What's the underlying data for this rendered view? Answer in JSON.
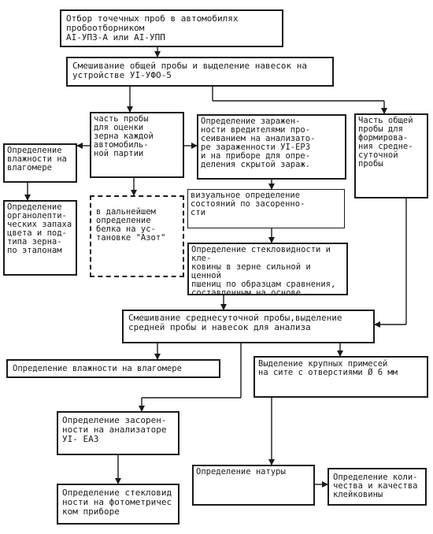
{
  "flowchart": {
    "nodes": [
      {
        "id": "n1",
        "text": "Отбор точечных проб в автомобилях пробоотборником\nАI-УПЗ-А или АI-УПП"
      },
      {
        "id": "n2",
        "text": "Смешивание общей пробы и выделение навесок на\nустройстве  УI-УФО-5"
      },
      {
        "id": "n3",
        "text": "часть пробы\nдля оценки\nзерна каждой\nавтомобиль-\nной партии"
      },
      {
        "id": "n4",
        "text": "Определение заражен-\nности вредителями про-\nсеиванием на анализато-\nре зараженности УI-ЕРЗ\nи на приборе для опре-\nделения скрытой зараж."
      },
      {
        "id": "n5",
        "text": "Часть общей\nпробы для\nформирова-\nния средне-\nсуточной\nпробы"
      },
      {
        "id": "n6",
        "text": "Определение\nвлажности на\nвлагомере"
      },
      {
        "id": "n7",
        "text": "визуальное определение\nсостояний по засоренно-\nсти"
      },
      {
        "id": "n8",
        "text": "Определение\nорганолепти-\nческих запаха\nцвета и под-\nтипа зерна-\nпо эталонам"
      },
      {
        "id": "n9",
        "text": "в дальнейшем\nопределение\nбелка на ус-\nтановке \"Азот\""
      },
      {
        "id": "n10",
        "text": "Определение стекловидности и кле-\nковины в зерне сильной и ценной\nпшениц по образцам сравнения,\nсоставленным на основе предвари-\nтельной оценки"
      },
      {
        "id": "n11",
        "text": "Смешивание среднесуточной пробы,выделение\nсредней пробы и навесок для анализа"
      },
      {
        "id": "n12",
        "text": "Определение влажности на влагомере"
      },
      {
        "id": "n13",
        "text": "Выделение крупных примесей\nна сите с отверстиями Ø 6 мм"
      },
      {
        "id": "n14",
        "text": "Определение засорен-\nности на анализаторе\n     УI- ЕАЗ"
      },
      {
        "id": "n15",
        "text": "Определение натуры"
      },
      {
        "id": "n16",
        "text": "Определение коли-\nчества и качества\nклейковины"
      },
      {
        "id": "n17",
        "text": "Определение стекловид\nности на фотометричес\nком приборе"
      }
    ]
  },
  "colors": {
    "ink": "#1a1a1a",
    "background": "#ffffff"
  }
}
